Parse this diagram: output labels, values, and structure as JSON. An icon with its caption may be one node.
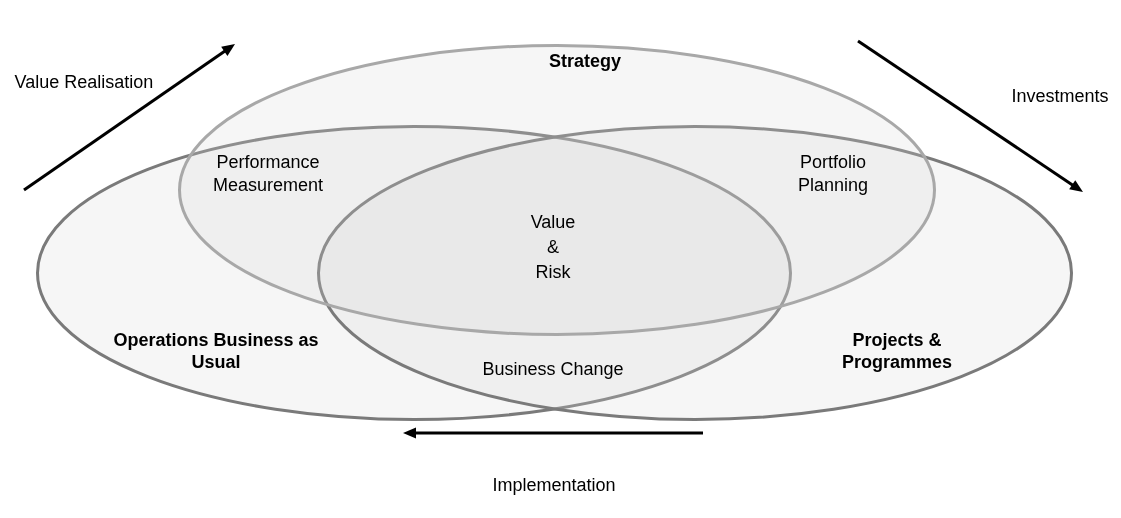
{
  "diagram": {
    "nodes": [
      {
        "text": [
          "Strategy"
        ]
      },
      {
        "text": [
          "Operations Business as Usual"
        ]
      },
      {
        "text": [
          "Projects & Programmes"
        ]
      }
    ],
    "labels": [
      "Value Realisation",
      "Investments",
      "Performance Measurement",
      "Portfolio Planning",
      "Value & Risk",
      "Business Change",
      "Implementation"
    ]
  }
}
